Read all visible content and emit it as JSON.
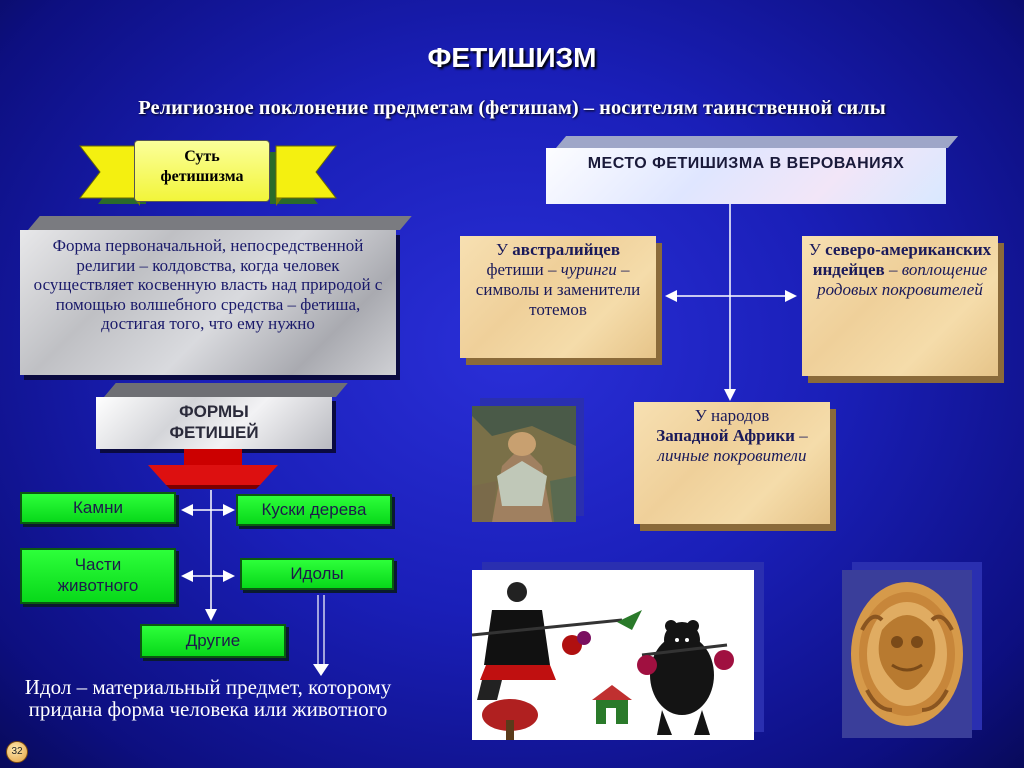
{
  "title": "ФЕТИШИЗМ",
  "subtitle": "Религиозное поклонение предметам (фетишам) – носителям таинственной силы",
  "essence": {
    "label_line1": "Суть",
    "label_line2": "фетишизма",
    "definition": "Форма первоначальной, непосредственной религии – колдовства, когда человек осуществляет косвенную власть над природой с помощью волшебного средства – фетиша, достигая того, что ему нужно"
  },
  "forms": {
    "title_line1": "ФОРМЫ",
    "title_line2": "ФЕТИШЕЙ",
    "items": {
      "stones": "Камни",
      "wood": "Куски дерева",
      "animal_line1": "Части",
      "animal_line2": "животного",
      "idols": "Идолы",
      "other": "Другие"
    },
    "idol_definition": "Идол – материальный предмет, которому придана форма человека или животного"
  },
  "place": {
    "title": "МЕСТО ФЕТИШИЗМА В ВЕРОВАНИЯХ",
    "australians": {
      "prefix": "У ",
      "bold": "австралийцев",
      "text1": "фетиши – ",
      "italic": "чуринги",
      "text2": "– символы и заменители тотемов"
    },
    "north_american": {
      "prefix": "У ",
      "bold": "северо-американских индейцев",
      "dash": " –",
      "italic": "воплощение родовых покровителей"
    },
    "west_africa": {
      "prefix": "У народов",
      "bold": "Западной Африки",
      "dash": " – ",
      "italic": "личные покровители"
    }
  },
  "slide_number": "32",
  "colors": {
    "background": "#1a1fb8",
    "green": "#08d81a",
    "ribbon": "#f2f53a",
    "parchment": "#efd09a"
  }
}
